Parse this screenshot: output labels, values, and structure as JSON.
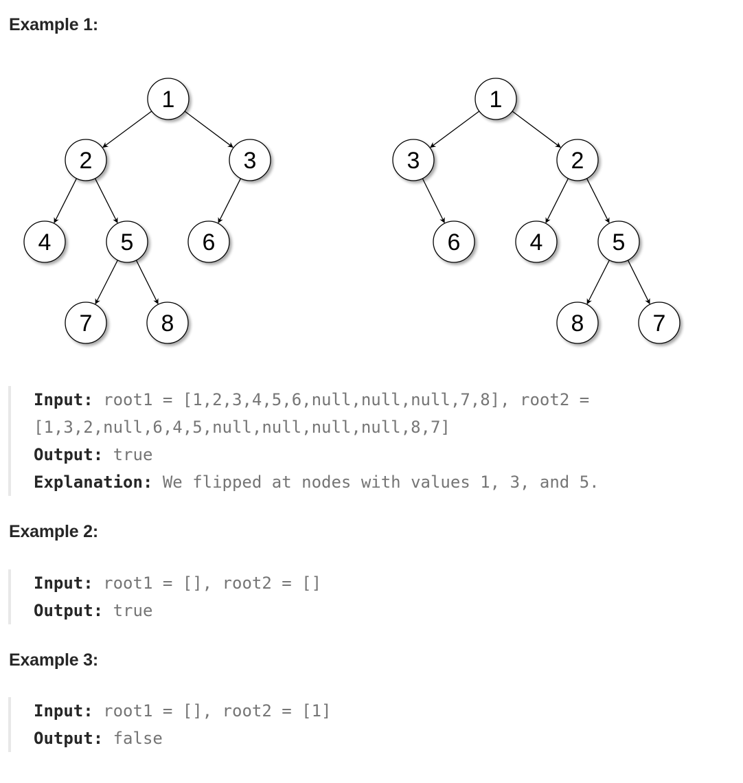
{
  "examples": [
    {
      "heading": "Example 1:",
      "input_label": "Input:",
      "input_line1": " root1 = [1,2,3,4,5,6,null,null,null,7,8], root2 =",
      "input_line2": "[1,3,2,null,6,4,5,null,null,null,null,8,7]",
      "output_label": "Output:",
      "output_value": " true",
      "explanation_label": "Explanation:",
      "explanation_value": " We flipped at nodes with values 1, 3, and 5."
    },
    {
      "heading": "Example 2:",
      "input_label": "Input:",
      "input_value": " root1 = [], root2 = []",
      "output_label": "Output:",
      "output_value": " true"
    },
    {
      "heading": "Example 3:",
      "input_label": "Input:",
      "input_value": " root1 = [], root2 = [1]",
      "output_label": "Output:",
      "output_value": " false"
    }
  ],
  "trees": [
    {
      "name": "root1",
      "nodes": [
        {
          "id": "a1",
          "label": "1"
        },
        {
          "id": "a2",
          "label": "2"
        },
        {
          "id": "a3",
          "label": "3"
        },
        {
          "id": "a4",
          "label": "4"
        },
        {
          "id": "a5",
          "label": "5"
        },
        {
          "id": "a6",
          "label": "6"
        },
        {
          "id": "a7",
          "label": "7"
        },
        {
          "id": "a8",
          "label": "8"
        }
      ],
      "edges": [
        [
          "a1",
          "a2"
        ],
        [
          "a1",
          "a3"
        ],
        [
          "a2",
          "a4"
        ],
        [
          "a2",
          "a5"
        ],
        [
          "a3",
          "a6"
        ],
        [
          "a5",
          "a7"
        ],
        [
          "a5",
          "a8"
        ]
      ]
    },
    {
      "name": "root2",
      "nodes": [
        {
          "id": "b1",
          "label": "1"
        },
        {
          "id": "b3",
          "label": "3"
        },
        {
          "id": "b2",
          "label": "2"
        },
        {
          "id": "b6",
          "label": "6"
        },
        {
          "id": "b4",
          "label": "4"
        },
        {
          "id": "b5",
          "label": "5"
        },
        {
          "id": "b8",
          "label": "8"
        },
        {
          "id": "b7",
          "label": "7"
        }
      ],
      "edges": [
        [
          "b1",
          "b3"
        ],
        [
          "b1",
          "b2"
        ],
        [
          "b3",
          "b6"
        ],
        [
          "b2",
          "b4"
        ],
        [
          "b2",
          "b5"
        ],
        [
          "b5",
          "b8"
        ],
        [
          "b5",
          "b7"
        ]
      ]
    }
  ]
}
